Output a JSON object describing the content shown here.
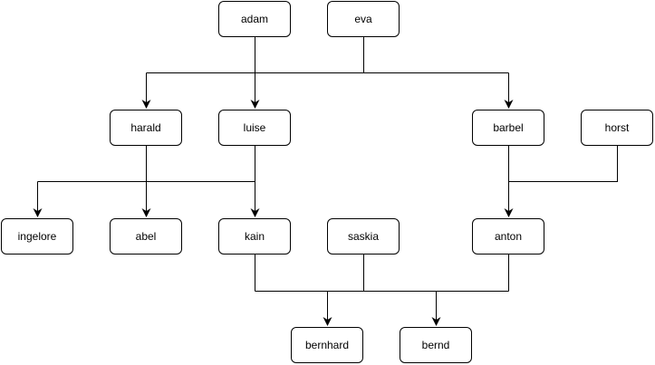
{
  "diagram": {
    "line_color": "#000000",
    "nodes": {
      "adam": "adam",
      "eva": "eva",
      "harald": "harald",
      "luise": "luise",
      "barbel": "barbel",
      "horst": "horst",
      "ingelore": "ingelore",
      "abel": "abel",
      "kain": "kain",
      "saskia": "saskia",
      "anton": "anton",
      "bernhard": "bernhard",
      "bernd": "bernd"
    },
    "relations": [
      {
        "parents": [
          "adam",
          "eva"
        ],
        "children": [
          "harald",
          "luise",
          "barbel"
        ]
      },
      {
        "parents": [
          "harald",
          "luise"
        ],
        "children": [
          "ingelore",
          "abel",
          "kain"
        ]
      },
      {
        "parents": [
          "barbel",
          "horst"
        ],
        "children": [
          "anton"
        ]
      },
      {
        "parents": [
          "kain",
          "saskia",
          "anton"
        ],
        "children": [
          "bernhard",
          "bernd"
        ]
      }
    ]
  }
}
